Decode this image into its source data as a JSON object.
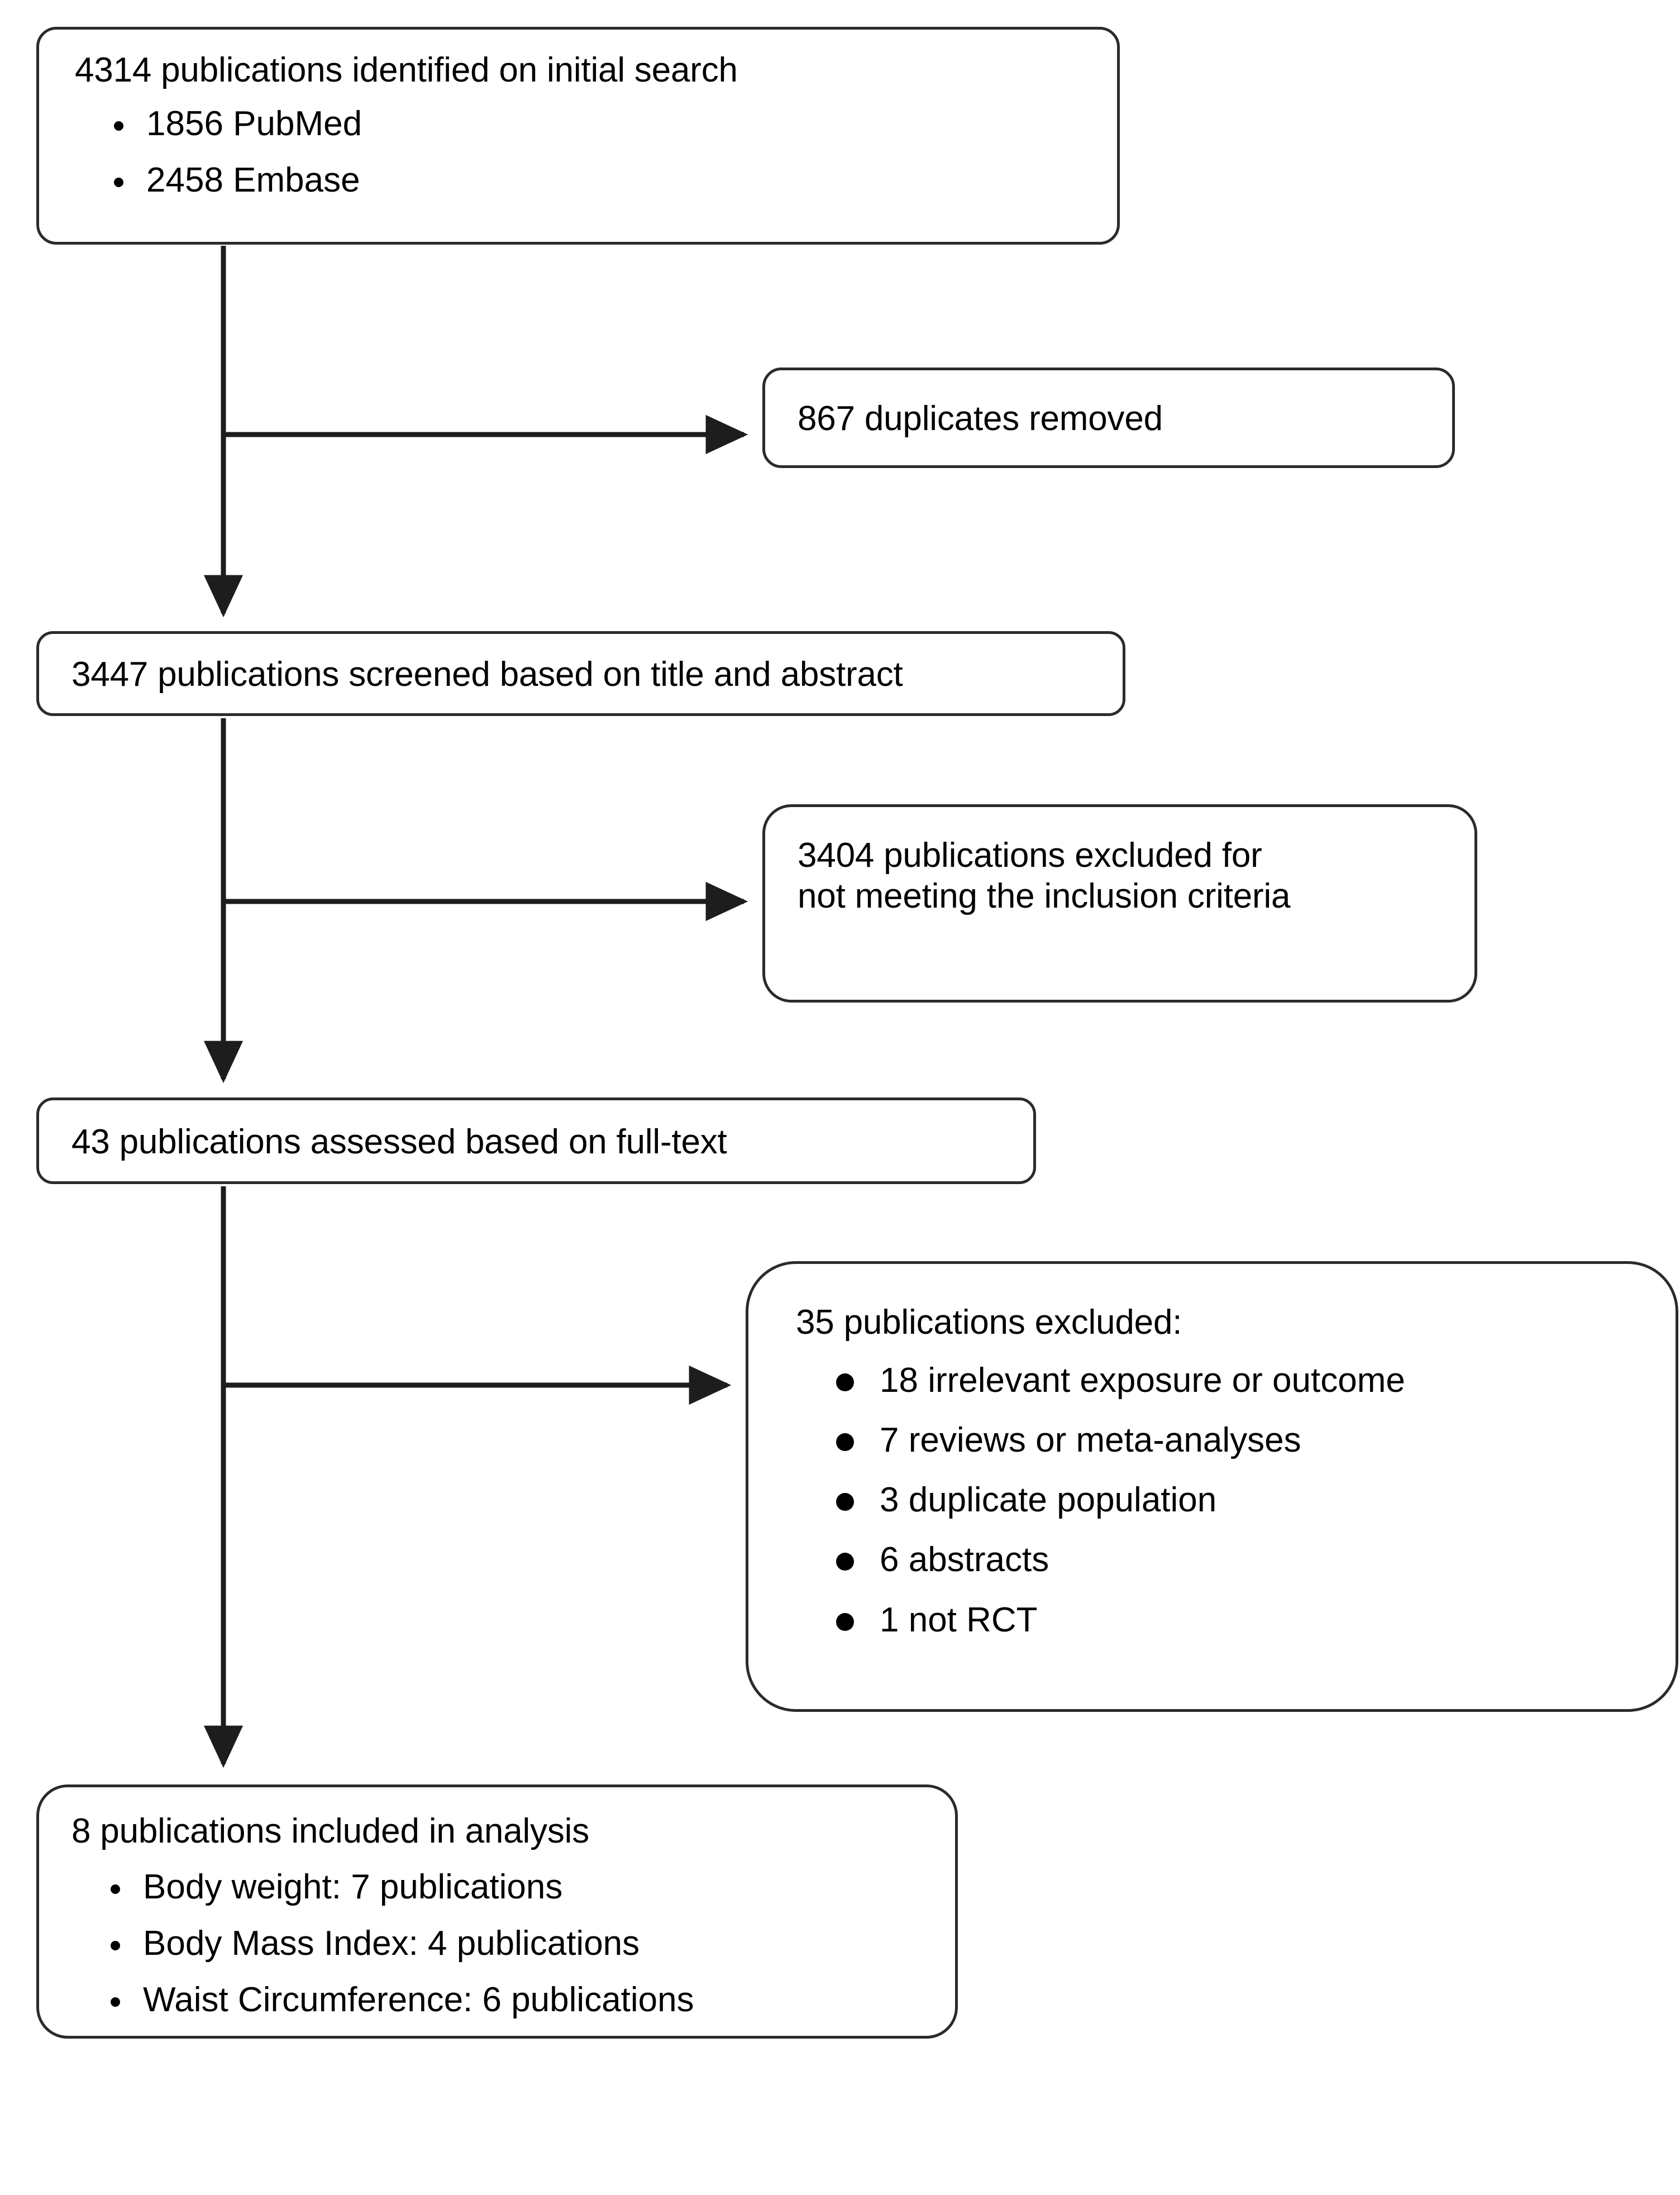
{
  "diagram": {
    "type": "prisma-flow-diagram",
    "title": "",
    "line_color": "#2b2b2b",
    "text_color": "#000000",
    "background": "#ffffff"
  },
  "nodes": {
    "identified": {
      "headline": "4314 publications identified on initial search",
      "bullets": [
        "1856 PubMed",
        "2458 Embase"
      ]
    },
    "duplicates": {
      "headline": "867 duplicates removed"
    },
    "screened": {
      "headline": "3447 publications screened based on title and abstract"
    },
    "excluded_title_abstract": {
      "line1": "3404 publications excluded for",
      "line2": "not meeting the inclusion criteria"
    },
    "fulltext": {
      "headline": "43 publications assessed based on full-text"
    },
    "excluded_fulltext": {
      "headline": "35 publications excluded:",
      "bullets": [
        "18 irrelevant exposure or outcome",
        "7 reviews or meta-analyses",
        "3 duplicate population",
        "6 abstracts",
        "1 not RCT"
      ]
    },
    "included": {
      "headline": "8 publications included in analysis",
      "bullets": [
        "Body weight: 7 publications",
        "Body Mass Index: 4 publications",
        "Waist Circumference: 6 publications"
      ]
    }
  },
  "chart_data": {
    "type": "diagram",
    "title": "PRISMA study selection flow",
    "stages": [
      {
        "label": "Publications identified on initial search",
        "value": 4314
      },
      {
        "label": "PubMed",
        "value": 1856
      },
      {
        "label": "Embase",
        "value": 2458
      },
      {
        "label": "Duplicates removed",
        "value": 867
      },
      {
        "label": "Publications screened based on title and abstract",
        "value": 3447
      },
      {
        "label": "Publications excluded for not meeting the inclusion criteria",
        "value": 3404
      },
      {
        "label": "Publications assessed based on full-text",
        "value": 43
      },
      {
        "label": "Publications excluded at full-text",
        "value": 35
      },
      {
        "label": "Irrelevant exposure or outcome",
        "value": 18
      },
      {
        "label": "Reviews or meta-analyses",
        "value": 7
      },
      {
        "label": "Duplicate population",
        "value": 3
      },
      {
        "label": "Abstracts",
        "value": 6
      },
      {
        "label": "Not RCT",
        "value": 1
      },
      {
        "label": "Publications included in analysis",
        "value": 8
      },
      {
        "label": "Body weight publications",
        "value": 7
      },
      {
        "label": "Body Mass Index publications",
        "value": 4
      },
      {
        "label": "Waist Circumference publications",
        "value": 6
      }
    ]
  }
}
